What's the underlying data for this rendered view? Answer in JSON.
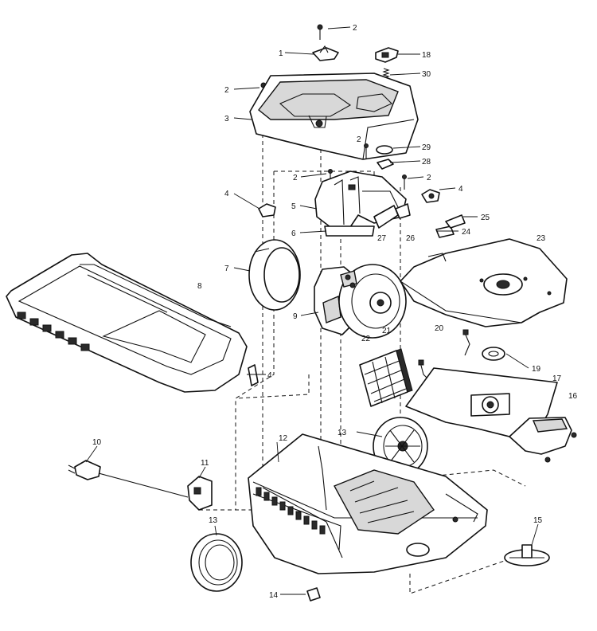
{
  "diagram": {
    "callouts": {
      "c1": "1",
      "c2a": "2",
      "c2b": "2",
      "c2c": "2",
      "c2d": "2",
      "c2e": "2",
      "c3": "3",
      "c4a": "4",
      "c4b": "4",
      "c4c": "4",
      "c5": "5",
      "c6": "6",
      "c7": "7",
      "c8": "8",
      "c9": "9",
      "c10": "10",
      "c11": "11",
      "c12": "12",
      "c13a": "13",
      "c13b": "13",
      "c14": "14",
      "c15": "15",
      "c16": "16",
      "c17": "17",
      "c18": "18",
      "c19": "19",
      "c20": "20",
      "c21": "21",
      "c22": "22",
      "c23": "23",
      "c24": "24",
      "c25": "25",
      "c26": "26",
      "c27": "27",
      "c28": "28",
      "c29": "29",
      "c30": "30"
    }
  }
}
